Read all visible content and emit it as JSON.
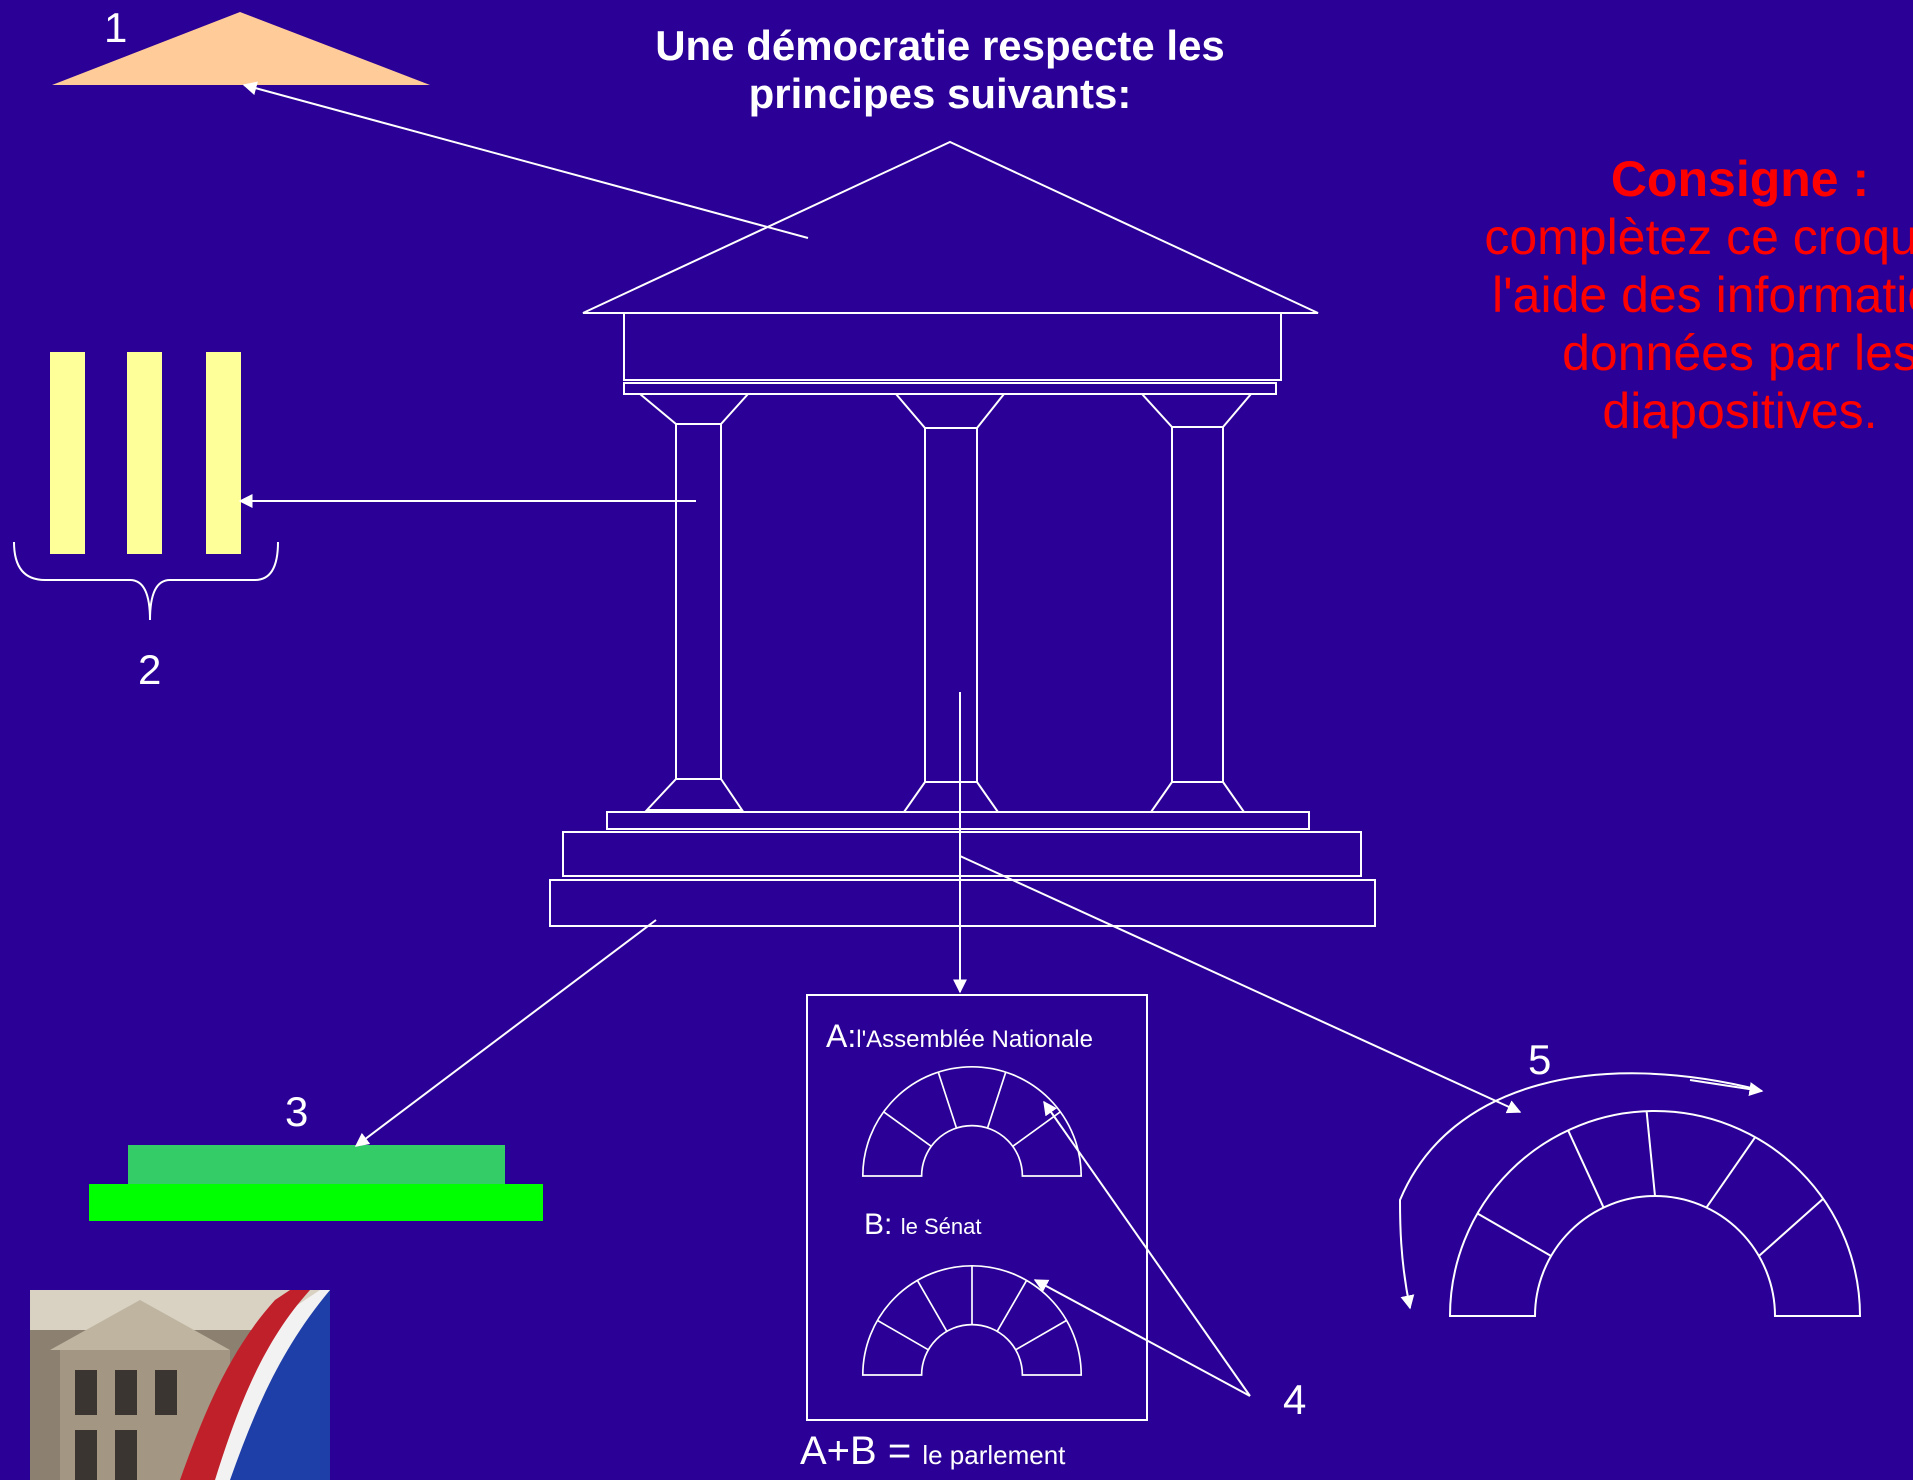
{
  "title": "Une démocratie respecte les principes suivants:",
  "consigne": {
    "heading": "Consigne :",
    "lines": [
      "complètez ce croquis à",
      "l'aide des informations",
      "données par les",
      "diapositives."
    ]
  },
  "labels": {
    "n1": "1",
    "n2": "2",
    "n3": "3",
    "n4": "4",
    "n5": "5"
  },
  "parliament_box": {
    "a_prefix": "A:",
    "a_name": "l'Assemblée Nationale",
    "b_prefix": "B:",
    "b_name": "le Sénat",
    "sum_prefix": "A+B =",
    "sum_name": "le parlement"
  },
  "colors": {
    "background": "#2b0096",
    "roof_fill": "#ffcc99",
    "pillar_fill": "#ffff99",
    "step_top": "#33cc66",
    "step_bottom": "#00ff00",
    "consigne": "#ff0000"
  }
}
